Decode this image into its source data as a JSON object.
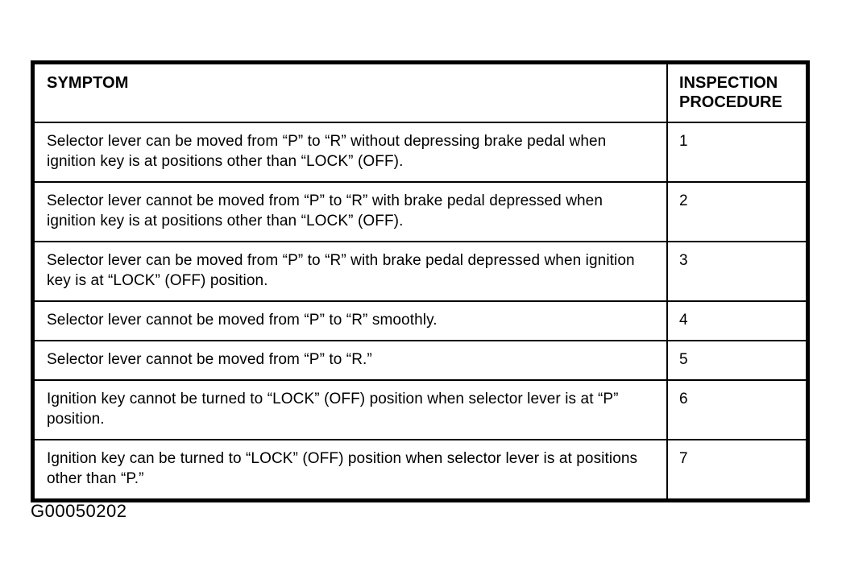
{
  "table": {
    "headers": {
      "symptom": "SYMPTOM",
      "procedure": "INSPECTION PROCEDURE"
    },
    "rows": [
      {
        "symptom": "Selector lever can be moved from “P” to “R” without depressing brake pedal when ignition key is at positions other than “LOCK” (OFF).",
        "procedure": "1"
      },
      {
        "symptom": "Selector lever cannot be moved from “P” to “R” with brake pedal depressed when ignition key is at positions other than “LOCK” (OFF).",
        "procedure": "2"
      },
      {
        "symptom": "Selector lever can be moved from “P” to “R” with brake pedal depressed when ignition key is at “LOCK” (OFF) position.",
        "procedure": "3"
      },
      {
        "symptom": "Selector lever cannot be moved from “P” to “R” smoothly.",
        "procedure": "4"
      },
      {
        "symptom": "Selector lever cannot be moved from “P” to “R.”",
        "procedure": "5"
      },
      {
        "symptom": "Ignition key cannot be turned to “LOCK” (OFF) position when selector lever is at “P” position.",
        "procedure": "6"
      },
      {
        "symptom": "Ignition key can be turned to “LOCK” (OFF) position when selector lever is at positions other than “P.”",
        "procedure": "7"
      }
    ]
  },
  "figure_id": "G00050202"
}
